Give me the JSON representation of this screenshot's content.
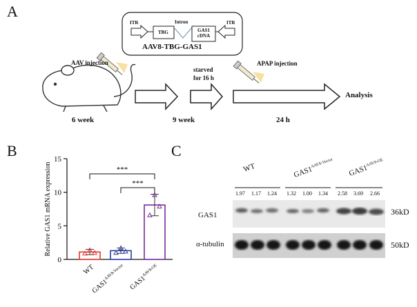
{
  "panels": {
    "a": "A",
    "b": "B",
    "c": "C"
  },
  "schematic": {
    "construct": {
      "itr_left": "ITR",
      "itr_right": "ITR",
      "intron": "Intron",
      "promoter": "TBG",
      "gene_line1": "GAS1",
      "gene_line2": "cDNA",
      "name": "AAV8-TBG-GAS1"
    },
    "aav_injection": "AAV injection",
    "apap_injection": "APAP injection",
    "starved_line1": "starved",
    "starved_line2": "for 16 h",
    "analysis": "Analysis",
    "timepoints": [
      "6 week",
      "9 week",
      "24 h"
    ]
  },
  "wb": {
    "group_labels": [
      {
        "base": "WT",
        "sup": ""
      },
      {
        "base": "GAS1",
        "sup": "AAV8-Vector"
      },
      {
        "base": "GAS1",
        "sup": "AAV8-OE"
      }
    ],
    "quant_values": [
      "1.97",
      "1.17",
      "1.24",
      "1.32",
      "1.00",
      "1.34",
      "2.58",
      "3.69",
      "2.66"
    ],
    "rows": [
      {
        "protein": "GAS1",
        "mw": "36kD"
      },
      {
        "protein": "α-tubulin",
        "mw": "50kD"
      }
    ]
  },
  "colors": {
    "wt": "#e8312e",
    "vector": "#2b3ea8",
    "oe": "#7a2a9c"
  },
  "chart_data": {
    "type": "bar",
    "categories": [
      {
        "base": "WT",
        "sup": ""
      },
      {
        "base": "GAS1",
        "sup": "AAV8-Vector"
      },
      {
        "base": "GAS1",
        "sup": "AAV8-OE"
      }
    ],
    "values": [
      1.1,
      1.3,
      8.1
    ],
    "errors": [
      0.4,
      0.4,
      1.6
    ],
    "points": [
      [
        0.9,
        1.4,
        1.0
      ],
      [
        1.0,
        1.7,
        1.2
      ],
      [
        6.6,
        9.6,
        7.9
      ]
    ],
    "ylabel": "Relative GAS1 mRNA expression",
    "yticks": [
      0,
      5,
      10,
      15
    ],
    "ylim": [
      0,
      15
    ],
    "significance": [
      {
        "from": 0,
        "to": 2,
        "label": "***"
      },
      {
        "from": 1,
        "to": 2,
        "label": "***"
      }
    ]
  }
}
